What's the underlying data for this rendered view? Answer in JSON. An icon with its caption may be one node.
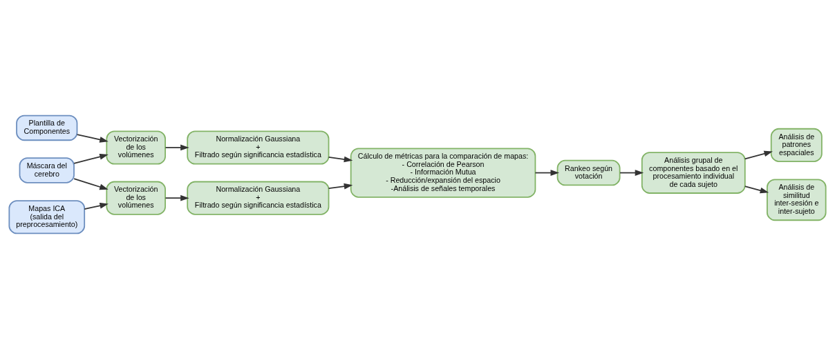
{
  "diagram": {
    "nodes": [
      {
        "text": [
          "Plantilla de Componentes"
        ]
      },
      {
        "text": [
          "Vectorización de los volúmenes"
        ]
      },
      {
        "text": [
          "Normalización Gaussiana",
          "+",
          "Filtrado según significancia estadística"
        ]
      },
      {
        "text": [
          "Máscara del cerebro"
        ]
      },
      {
        "text": [
          "Cálculo de métricas para la comparación de mapas:",
          "- Correlación de Pearson",
          "- Información Mutua",
          "- Reducción/expansión del espacio",
          "-Análisis de señales temporales"
        ]
      },
      {
        "text": [
          "Rankeo según votación"
        ]
      },
      {
        "text": [
          "Análisis grupal de componentes basado en el procesamiento individual de cada sujeto"
        ]
      },
      {
        "text": [
          "Análisis de patrones espaciales"
        ]
      },
      {
        "text": [
          "Análisis de similitud inter-sesión e inter-sujeto"
        ]
      },
      {
        "text": [
          "Mapas ICA (salida del preprocesamiento)"
        ]
      },
      {
        "text": [
          "Vectorización de los volúmenes"
        ]
      },
      {
        "text": [
          "Normalización Gaussiana",
          "+",
          "Filtrado según significancia estadística"
        ]
      }
    ],
    "edges": [
      {
        "from": 0,
        "to": 1,
        "arrow": "to"
      },
      {
        "from": 1,
        "to": 2,
        "arrow": "to"
      },
      {
        "from": 3,
        "to": 1,
        "arrow": "to"
      },
      {
        "from": 3,
        "to": 10,
        "arrow": "to"
      },
      {
        "from": 9,
        "to": 10,
        "arrow": "to"
      },
      {
        "from": 10,
        "to": 11,
        "arrow": "to"
      },
      {
        "from": 2,
        "to": 4,
        "arrow": "to"
      },
      {
        "from": 11,
        "to": 4,
        "arrow": "to"
      },
      {
        "from": 4,
        "to": 5,
        "arrow": "to"
      },
      {
        "from": 5,
        "to": 6,
        "arrow": "to"
      },
      {
        "from": 6,
        "to": 7,
        "arrow": "to"
      },
      {
        "from": 6,
        "to": 8,
        "arrow": "to"
      }
    ]
  }
}
